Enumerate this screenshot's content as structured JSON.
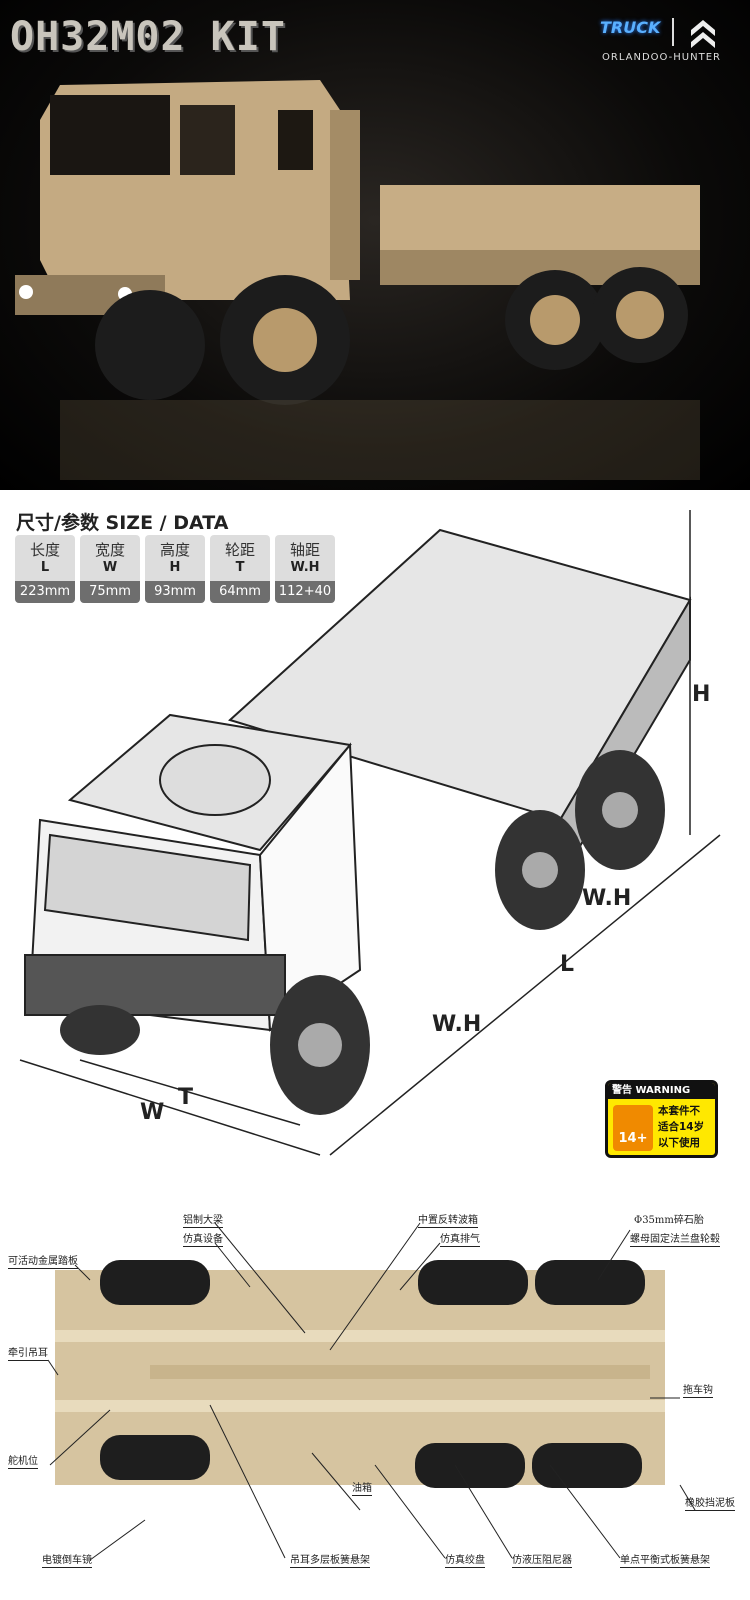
{
  "hero": {
    "title": "OH32M02 KIT",
    "brand_logo": "TRUCK",
    "brand_sub": "ORLANDOO-HUNTER"
  },
  "spec": {
    "title": "尺寸/参数 SIZE / DATA",
    "items": [
      {
        "cn": "长度",
        "abbr": "L",
        "value": "223mm"
      },
      {
        "cn": "宽度",
        "abbr": "W",
        "value": "75mm"
      },
      {
        "cn": "高度",
        "abbr": "H",
        "value": "93mm"
      },
      {
        "cn": "轮距",
        "abbr": "T",
        "value": "64mm"
      },
      {
        "cn": "轴距",
        "abbr": "W.H",
        "value": "112+40"
      }
    ]
  },
  "dimensions": {
    "h": "H",
    "wh_rear": "W.H",
    "l": "L",
    "wh_front": "W.H",
    "t": "T",
    "w": "W"
  },
  "warning": {
    "header": "警告 WARNING",
    "age": "14+",
    "lines": [
      "本套件不",
      "适合14岁",
      "以下使用"
    ],
    "color": "#ffe800"
  },
  "chassis_labels": {
    "frame": "铝制大梁",
    "equipment": "仿真设备",
    "step": "可活动金属踏板",
    "tow_lug": "牵引吊耳",
    "servo": "舵机位",
    "mirror": "电镀倒车镜",
    "leaf_front": "吊耳多层板簧悬架",
    "fuel_tank": "油箱",
    "gearbox": "中置反转波箱",
    "exhaust": "仿真排气",
    "tire": "Φ35mm碎石胎",
    "hub": "螺母固定法兰盘轮毂",
    "hitch": "拖车钩",
    "mudflap": "橡胶挡泥板",
    "winch": "仿真绞盘",
    "damper": "仿液压阻尼器",
    "leaf_rear": "单点平衡式板簧悬架"
  },
  "colors": {
    "sand": "#cdb48a",
    "tire": "#1e1e1e"
  }
}
